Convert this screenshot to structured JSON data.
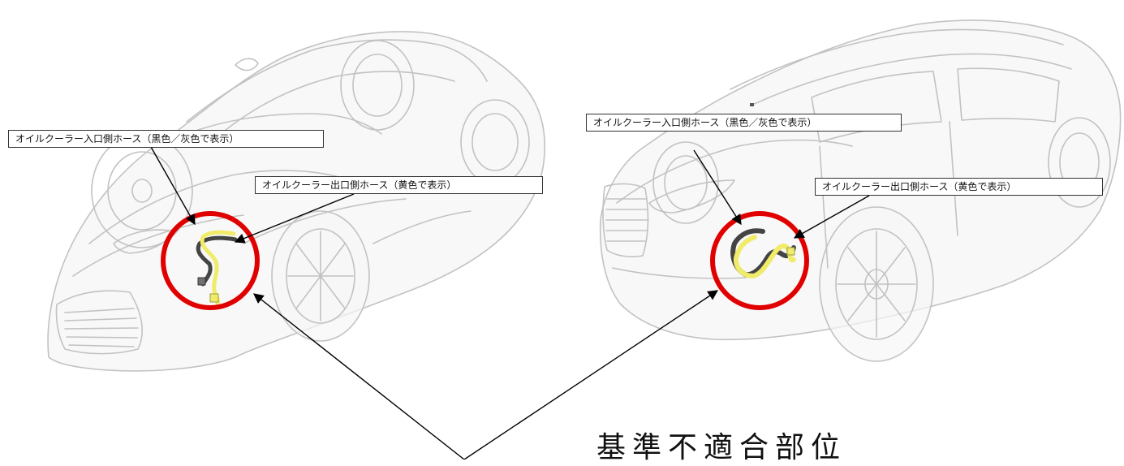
{
  "left_vehicle": {
    "inlet_hose_label": "オイルクーラー入口側ホース（黒色／灰色で表示）",
    "outlet_hose_label": "オイルクーラー出口側ホース（黄色で表示）"
  },
  "right_vehicle": {
    "inlet_hose_label": "オイルクーラー入口側ホース（黒色／灰色で表示）",
    "outlet_hose_label": "オイルクーラー出口側ホース（黄色で表示）"
  },
  "nonconforming_part_label": "基準不適合部位",
  "colors": {
    "highlight_circle": "#e00000",
    "outlet_hose": "#f0ec6a",
    "inlet_hose": "#444444",
    "vehicle_outline": "#b8b8b8",
    "arrow": "#000000"
  }
}
